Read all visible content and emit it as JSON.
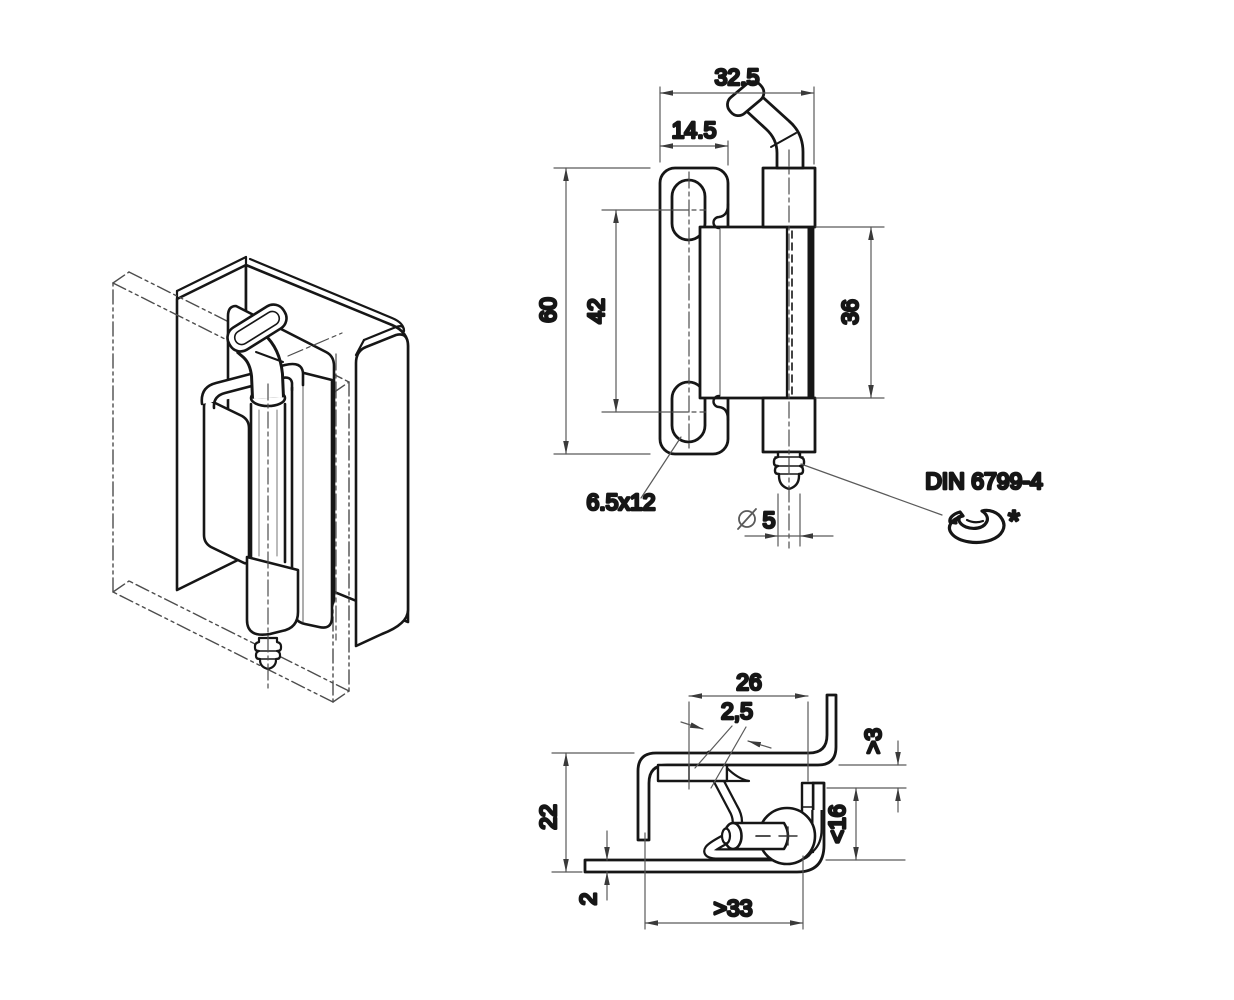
{
  "palette": {
    "outline": "#161616",
    "thin_line": "#5a5a5a",
    "background": "#ffffff"
  },
  "drawing": {
    "iso_view": {
      "name": "isometric assembly view"
    },
    "front_view": {
      "dim_overall_width": "32.5",
      "dim_plate_width": "14.5",
      "dim_plate_height": "60",
      "dim_slot_spacing": "42",
      "dim_body_height": "36",
      "slot_size_label": "6.5x12",
      "pin_diameter_value": "5",
      "retaining_ring_label": "DIN 6799-4",
      "retaining_ring_note": "*"
    },
    "section_view": {
      "dim_top_width": "26",
      "dim_sheet_thickness": "2,5",
      "dim_gap_min": ">3",
      "dim_height": "22",
      "dim_door_inset_max": "<16",
      "dim_frame_thickness": "2",
      "dim_bottom_width_min": ">33"
    }
  }
}
